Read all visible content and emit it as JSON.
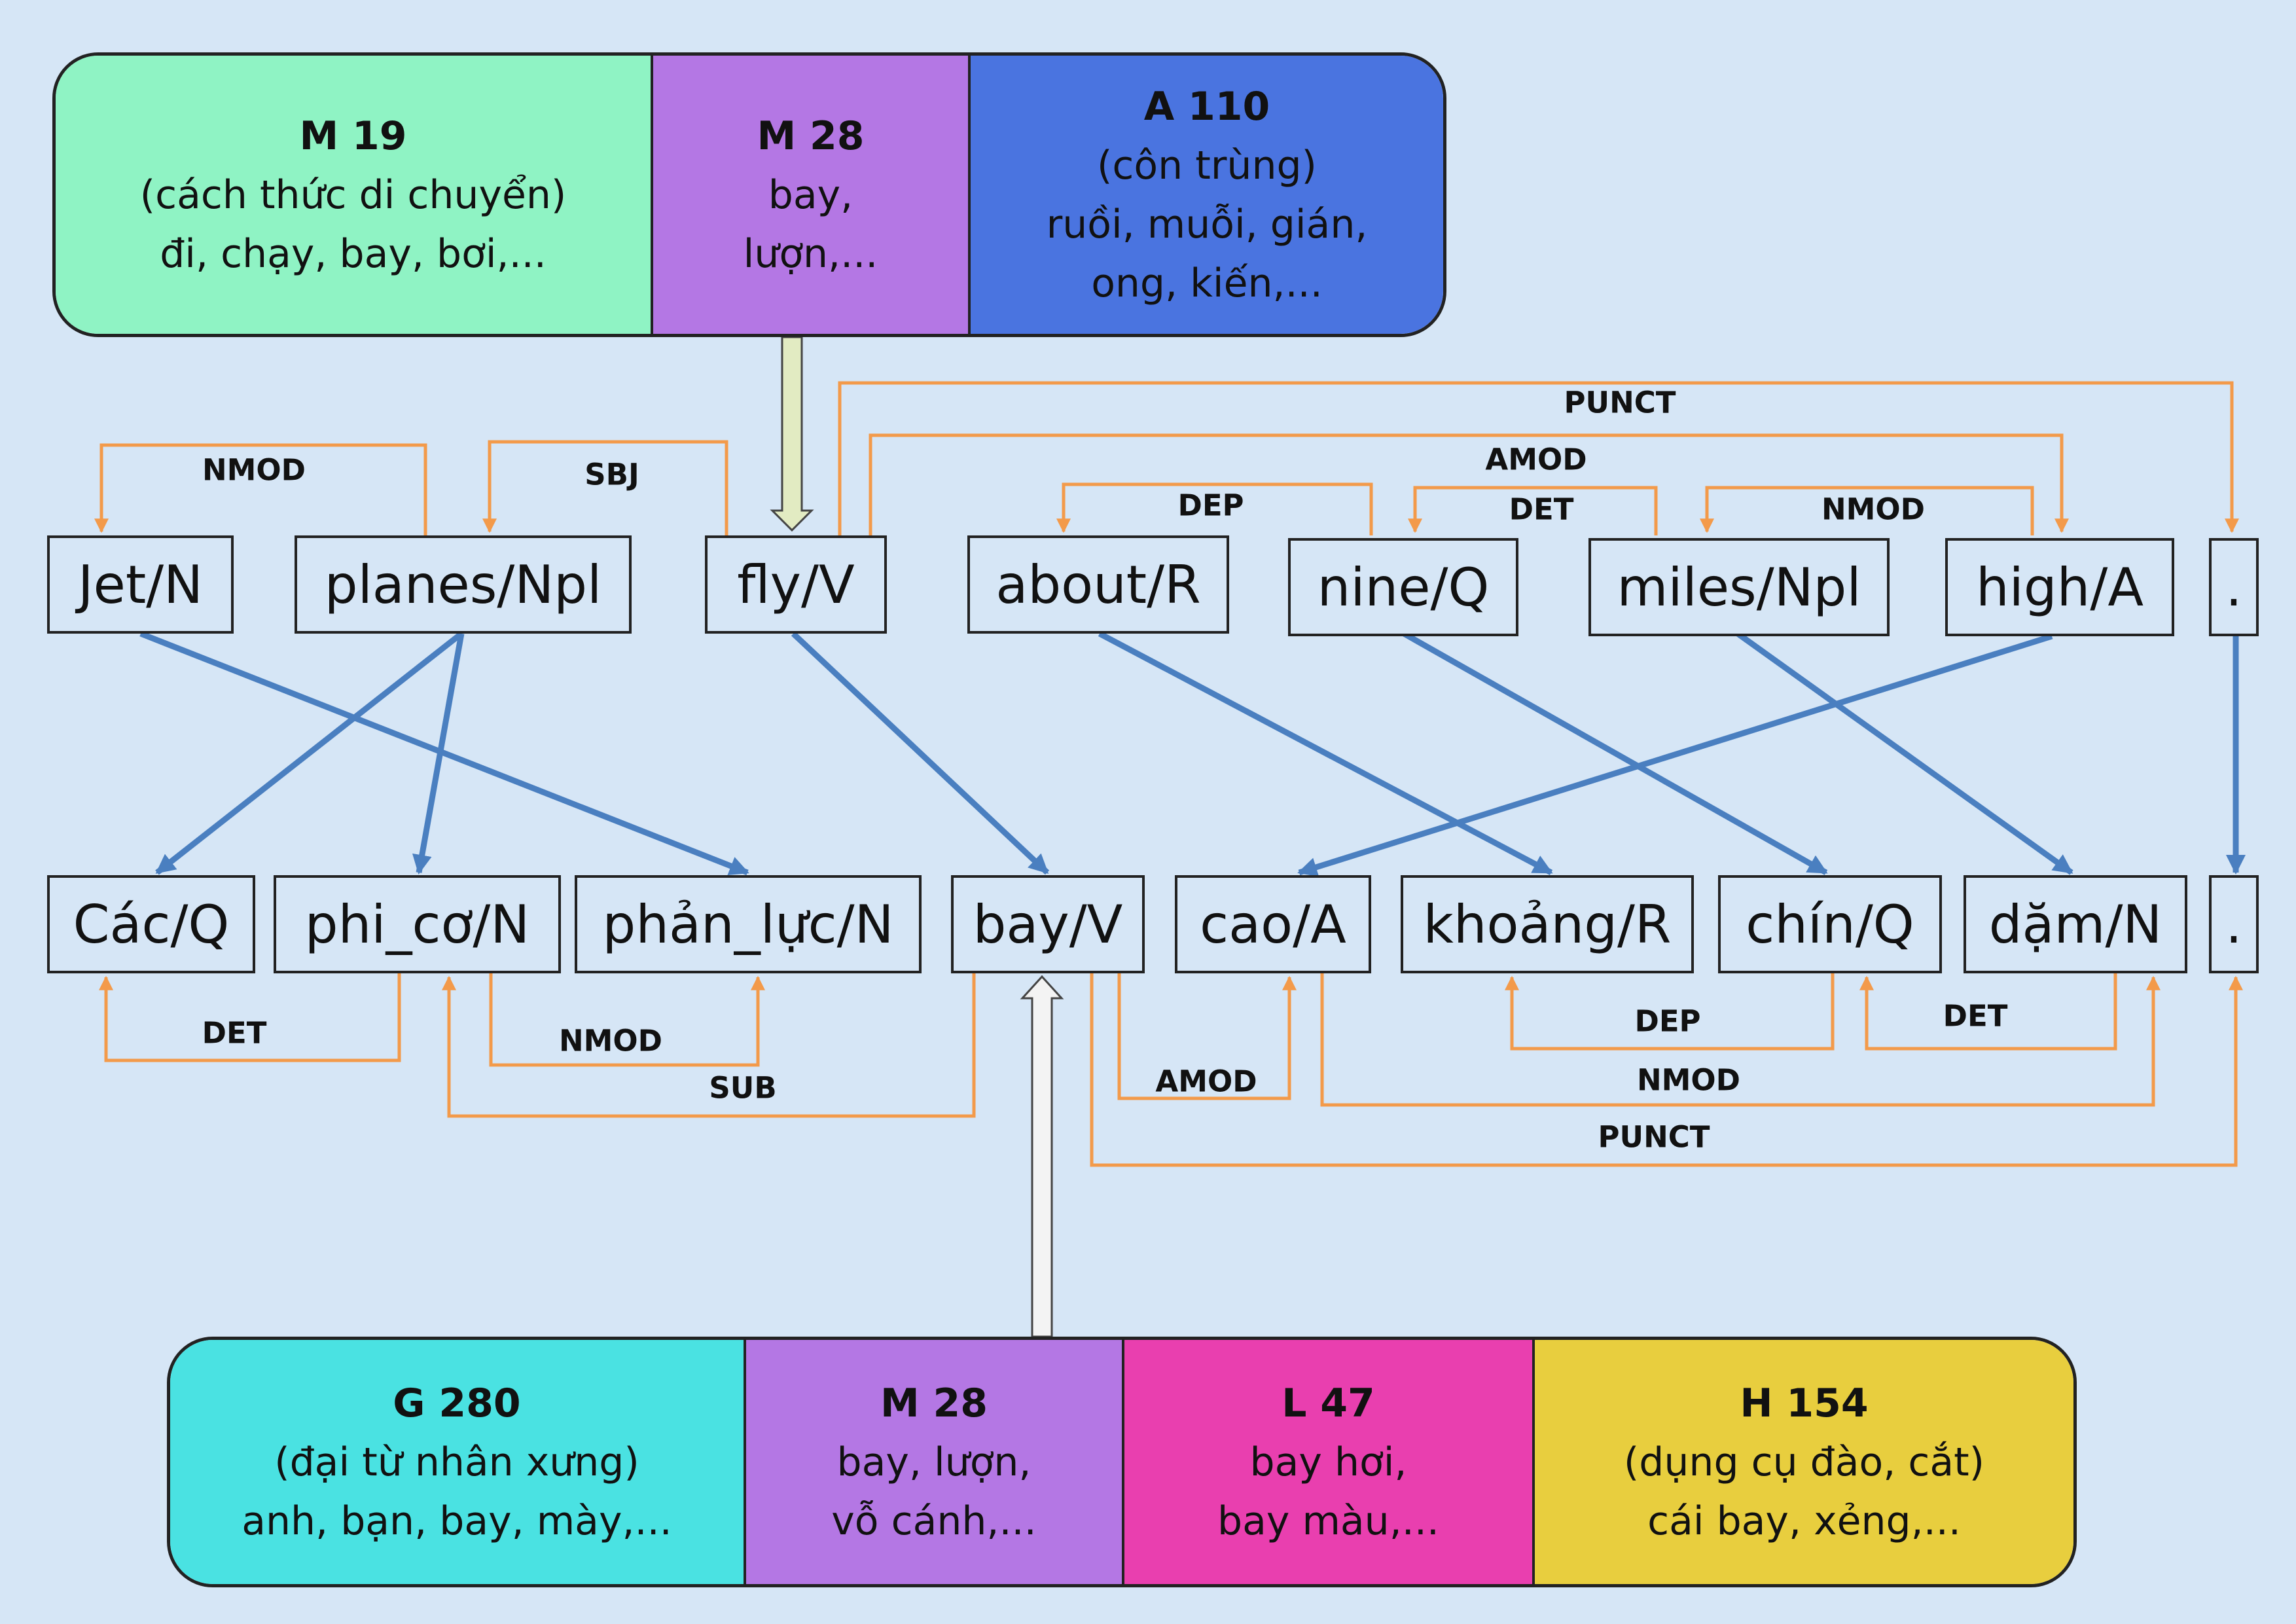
{
  "colors": {
    "background": "#d6e6f6",
    "dependency_arc": "#f39a4a",
    "alignment_link": "#4a7fc0",
    "sense_link_top": "#e2ebc2",
    "sense_link_bottom": "#f3f3f3",
    "outline": "#222222"
  },
  "top_senses": [
    {
      "code": "M 19",
      "lines": [
        "(cách thức di chuyển)",
        "đi, chạy, bay, bơi,..."
      ],
      "color": "#8ff3c4"
    },
    {
      "code": "M 28",
      "lines": [
        "bay,",
        "lượn,..."
      ],
      "color": "#b477e4"
    },
    {
      "code": "A 110",
      "lines": [
        "(côn trùng)",
        "ruồi, muỗi, gián,",
        "ong, kiến,..."
      ],
      "color": "#4a74e0"
    }
  ],
  "bottom_senses": [
    {
      "code": "G 280",
      "lines": [
        "(đại từ nhân xưng)",
        "anh, bạn, bay, mày,..."
      ],
      "color": "#4ae2e2"
    },
    {
      "code": "M 28",
      "lines": [
        "bay, lượn,",
        "vỗ cánh,..."
      ],
      "color": "#b477e4"
    },
    {
      "code": "L 47",
      "lines": [
        "bay hơi,",
        "bay màu,..."
      ],
      "color": "#e93faf"
    },
    {
      "code": "H 154",
      "lines": [
        "(dụng cụ đào, cắt)",
        "cái bay, xẻng,..."
      ],
      "color": "#e8ce3e"
    }
  ],
  "english_tokens": [
    "Jet/N",
    "planes/Npl",
    "fly/V",
    "about/R",
    "nine/Q",
    "miles/Npl",
    "high/A",
    "."
  ],
  "vietnamese_tokens": [
    "Các/Q",
    "phi_cơ/N",
    "phản_lực/N",
    "bay/V",
    "cao/A",
    "khoảng/R",
    "chín/Q",
    "dặm/N",
    "."
  ],
  "english_arcs": [
    {
      "label": "NMOD",
      "head": 1,
      "dep": 0
    },
    {
      "label": "SBJ",
      "head": 2,
      "dep": 1
    },
    {
      "label": "PUNCT",
      "head": 2,
      "dep": 7
    },
    {
      "label": "AMOD",
      "head": 2,
      "dep": 6
    },
    {
      "label": "DEP",
      "head": 4,
      "dep": 3
    },
    {
      "label": "DET",
      "head": 5,
      "dep": 4
    },
    {
      "label": "NMOD",
      "head": 6,
      "dep": 5
    }
  ],
  "vietnamese_arcs": [
    {
      "label": "DET",
      "head": 1,
      "dep": 0
    },
    {
      "label": "NMOD",
      "head": 1,
      "dep": 2
    },
    {
      "label": "SUB",
      "head": 3,
      "dep": 1
    },
    {
      "label": "AMOD",
      "head": 3,
      "dep": 4
    },
    {
      "label": "DEP",
      "head": 6,
      "dep": 5
    },
    {
      "label": "DET",
      "head": 7,
      "dep": 6
    },
    {
      "label": "NMOD",
      "head": 4,
      "dep": 7
    },
    {
      "label": "PUNCT",
      "head": 3,
      "dep": 8
    }
  ],
  "alignments": [
    {
      "en": 0,
      "vi": 2
    },
    {
      "en": 1,
      "vi": 0
    },
    {
      "en": 1,
      "vi": 1
    },
    {
      "en": 2,
      "vi": 3
    },
    {
      "en": 3,
      "vi": 5
    },
    {
      "en": 4,
      "vi": 6
    },
    {
      "en": 5,
      "vi": 7
    },
    {
      "en": 6,
      "vi": 4
    },
    {
      "en": 7,
      "vi": 8
    }
  ],
  "sense_links": [
    {
      "from": "top_senses",
      "to": "english_tokens",
      "token": 2
    },
    {
      "from": "bottom_senses",
      "to": "vietnamese_tokens",
      "token": 3
    }
  ]
}
